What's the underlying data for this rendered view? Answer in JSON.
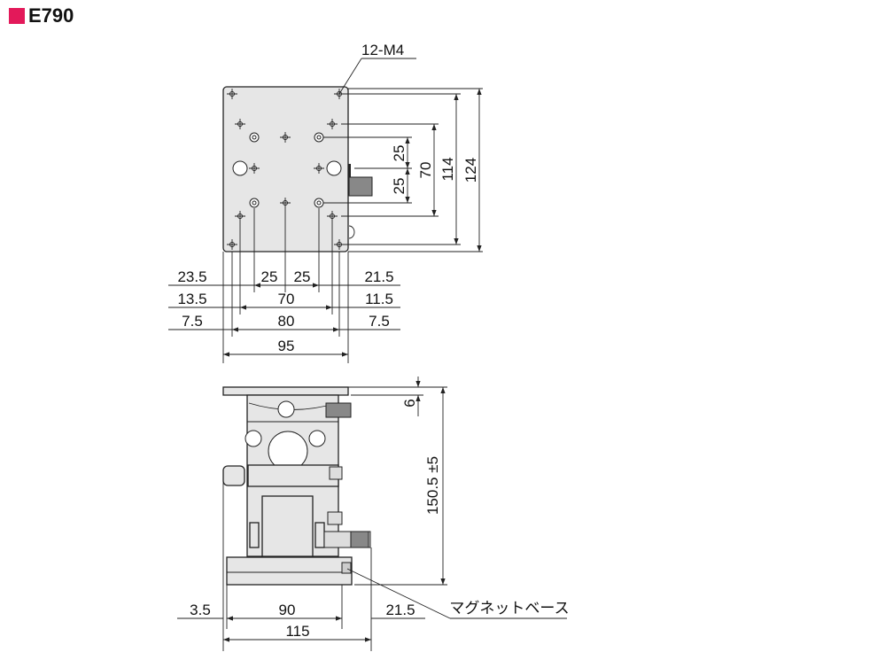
{
  "title": "E790",
  "accent_color": "#e3195a",
  "top_view": {
    "callout": "12-M4",
    "right_dims": [
      "25",
      "25",
      "70",
      "114",
      "124"
    ],
    "row1": {
      "left": "23.5",
      "mid1": "25",
      "mid2": "25",
      "right": "21.5"
    },
    "row2": {
      "left": "13.5",
      "mid": "70",
      "right": "11.5"
    },
    "row3": {
      "left": "7.5",
      "mid": "80",
      "right": "7.5"
    },
    "row4": {
      "mid": "95"
    }
  },
  "side_view": {
    "top_thickness": "6",
    "height": "150.5 ±5",
    "base_label": "マグネットベース",
    "row1": {
      "left": "3.5",
      "mid": "90",
      "right": "21.5"
    },
    "row2": {
      "mid": "115"
    }
  }
}
